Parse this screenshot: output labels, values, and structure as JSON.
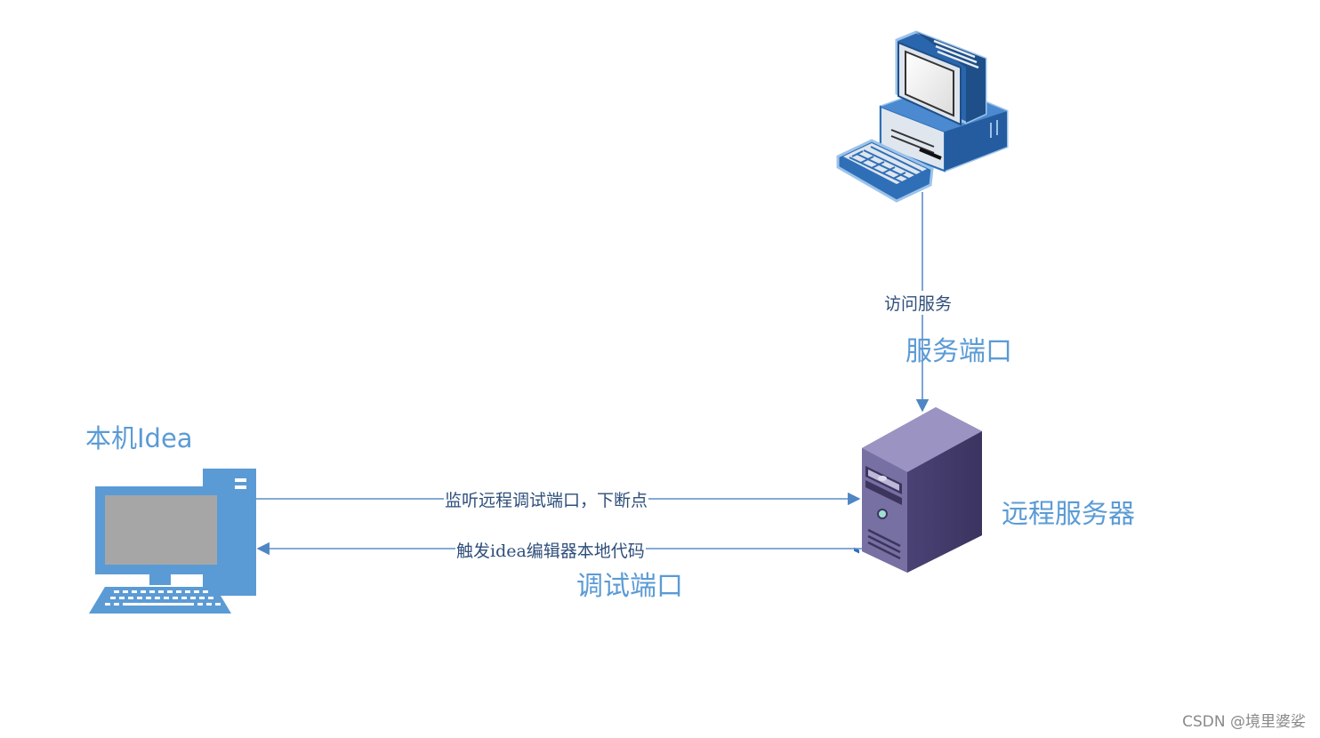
{
  "nodes": {
    "client": {
      "icon": "desktop-computer-icon"
    },
    "remote_server": {
      "label": "远程服务器",
      "icon": "server-tower-icon"
    },
    "local_ide": {
      "label": "本机Idea",
      "icon": "desktop-computer-icon"
    }
  },
  "edges": {
    "access_service": {
      "label": "访问服务"
    },
    "listen_debug": {
      "label": "监听远程调试端口，下断点"
    },
    "trigger_code": {
      "label": "触发idea编辑器本地代码"
    }
  },
  "port_labels": {
    "service_port": "服务端口",
    "debug_port": "调试端口"
  },
  "watermark": "CSDN @境里婆娑",
  "colors": {
    "accent": "#5b9bd5",
    "edge": "#5b8ec9",
    "server": "#5c5186",
    "client_blue": "#3d7fc9"
  }
}
